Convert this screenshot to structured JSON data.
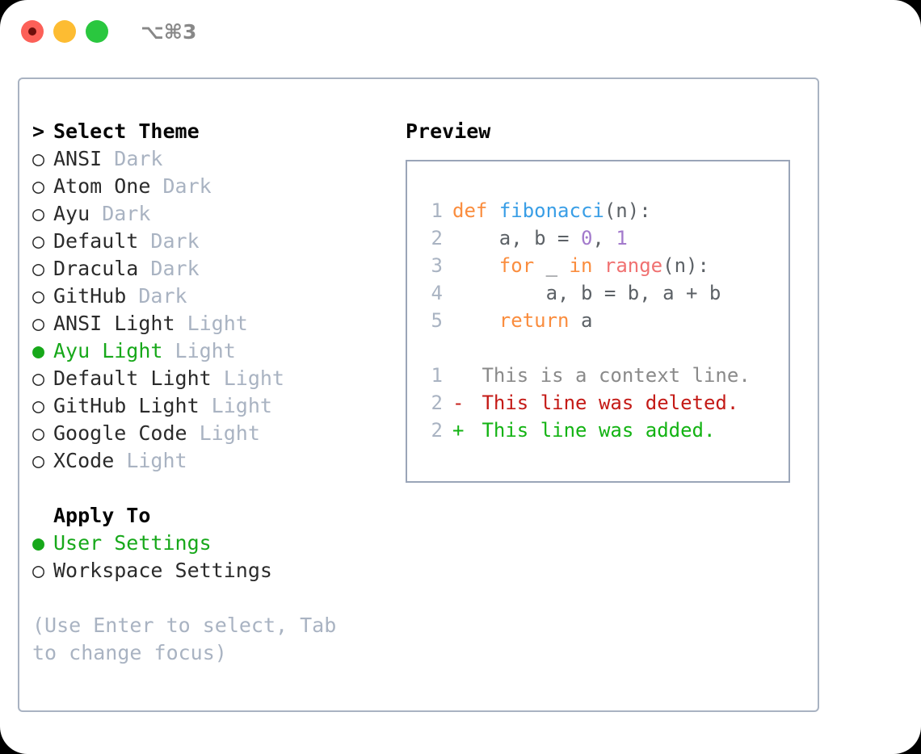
{
  "titlebar": {
    "shortcut": "⌥⌘3",
    "dots": [
      "close-red",
      "minimize-yellow",
      "maximize-green"
    ]
  },
  "theme_panel": {
    "header": "Select Theme",
    "header_caret": ">",
    "bullet_unselected": "○",
    "bullet_selected": "●",
    "accent_color": "#17a81a",
    "muted_color": "#a9b3c2",
    "items": [
      {
        "name": "ANSI",
        "variant": "Dark",
        "selected": false
      },
      {
        "name": "Atom One",
        "variant": "Dark",
        "selected": false
      },
      {
        "name": "Ayu",
        "variant": "Dark",
        "selected": false
      },
      {
        "name": "Default",
        "variant": "Dark",
        "selected": false
      },
      {
        "name": "Dracula",
        "variant": "Dark",
        "selected": false
      },
      {
        "name": "GitHub",
        "variant": "Dark",
        "selected": false
      },
      {
        "name": "ANSI Light",
        "variant": "Light",
        "selected": false
      },
      {
        "name": "Ayu Light",
        "variant": "Light",
        "selected": true
      },
      {
        "name": "Default Light",
        "variant": "Light",
        "selected": false
      },
      {
        "name": "GitHub Light",
        "variant": "Light",
        "selected": false
      },
      {
        "name": "Google Code",
        "variant": "Light",
        "selected": false
      },
      {
        "name": "XCode",
        "variant": "Light",
        "selected": false
      }
    ]
  },
  "apply_to": {
    "header": "Apply To",
    "items": [
      {
        "name": "User Settings",
        "selected": true
      },
      {
        "name": "Workspace Settings",
        "selected": false
      }
    ]
  },
  "hint": "(Use Enter to select, Tab to change focus)",
  "preview": {
    "label": "Preview",
    "code_lines": [
      {
        "ln": "1",
        "tokens": [
          {
            "t": "def",
            "c": "kw"
          },
          {
            "t": " ",
            "c": "plain"
          },
          {
            "t": "fibonacci",
            "c": "fn"
          },
          {
            "t": "(n):",
            "c": "plain"
          }
        ]
      },
      {
        "ln": "2",
        "tokens": [
          {
            "t": "    a, b = ",
            "c": "plain"
          },
          {
            "t": "0",
            "c": "num"
          },
          {
            "t": ", ",
            "c": "plain"
          },
          {
            "t": "1",
            "c": "num"
          }
        ]
      },
      {
        "ln": "3",
        "tokens": [
          {
            "t": "    ",
            "c": "plain"
          },
          {
            "t": "for",
            "c": "kw"
          },
          {
            "t": " _ ",
            "c": "plain"
          },
          {
            "t": "in",
            "c": "kw"
          },
          {
            "t": " ",
            "c": "plain"
          },
          {
            "t": "range",
            "c": "builtin"
          },
          {
            "t": "(n):",
            "c": "plain"
          }
        ]
      },
      {
        "ln": "4",
        "tokens": [
          {
            "t": "        a, b = b, a + b",
            "c": "plain"
          }
        ]
      },
      {
        "ln": "5",
        "tokens": [
          {
            "t": "    ",
            "c": "plain"
          },
          {
            "t": "return",
            "c": "kw"
          },
          {
            "t": " a",
            "c": "plain"
          }
        ]
      }
    ],
    "diff_lines": [
      {
        "ln": "1",
        "sign": " ",
        "text": " This is a context line.",
        "kind": "ctx"
      },
      {
        "ln": "2",
        "sign": "-",
        "text": " This line was deleted.",
        "kind": "del"
      },
      {
        "ln": "2",
        "sign": "+",
        "text": " This line was added.",
        "kind": "add"
      }
    ],
    "colors": {
      "keyword": "#fa8d3e",
      "function": "#399ee6",
      "number": "#a37acc",
      "builtin": "#f07171",
      "text": "#5c6166",
      "line_number": "#a9b3c2",
      "diff_context": "#8a8a8a",
      "diff_deleted": "#c41a16",
      "diff_added": "#13b313",
      "border": "#9aa5b8"
    }
  }
}
